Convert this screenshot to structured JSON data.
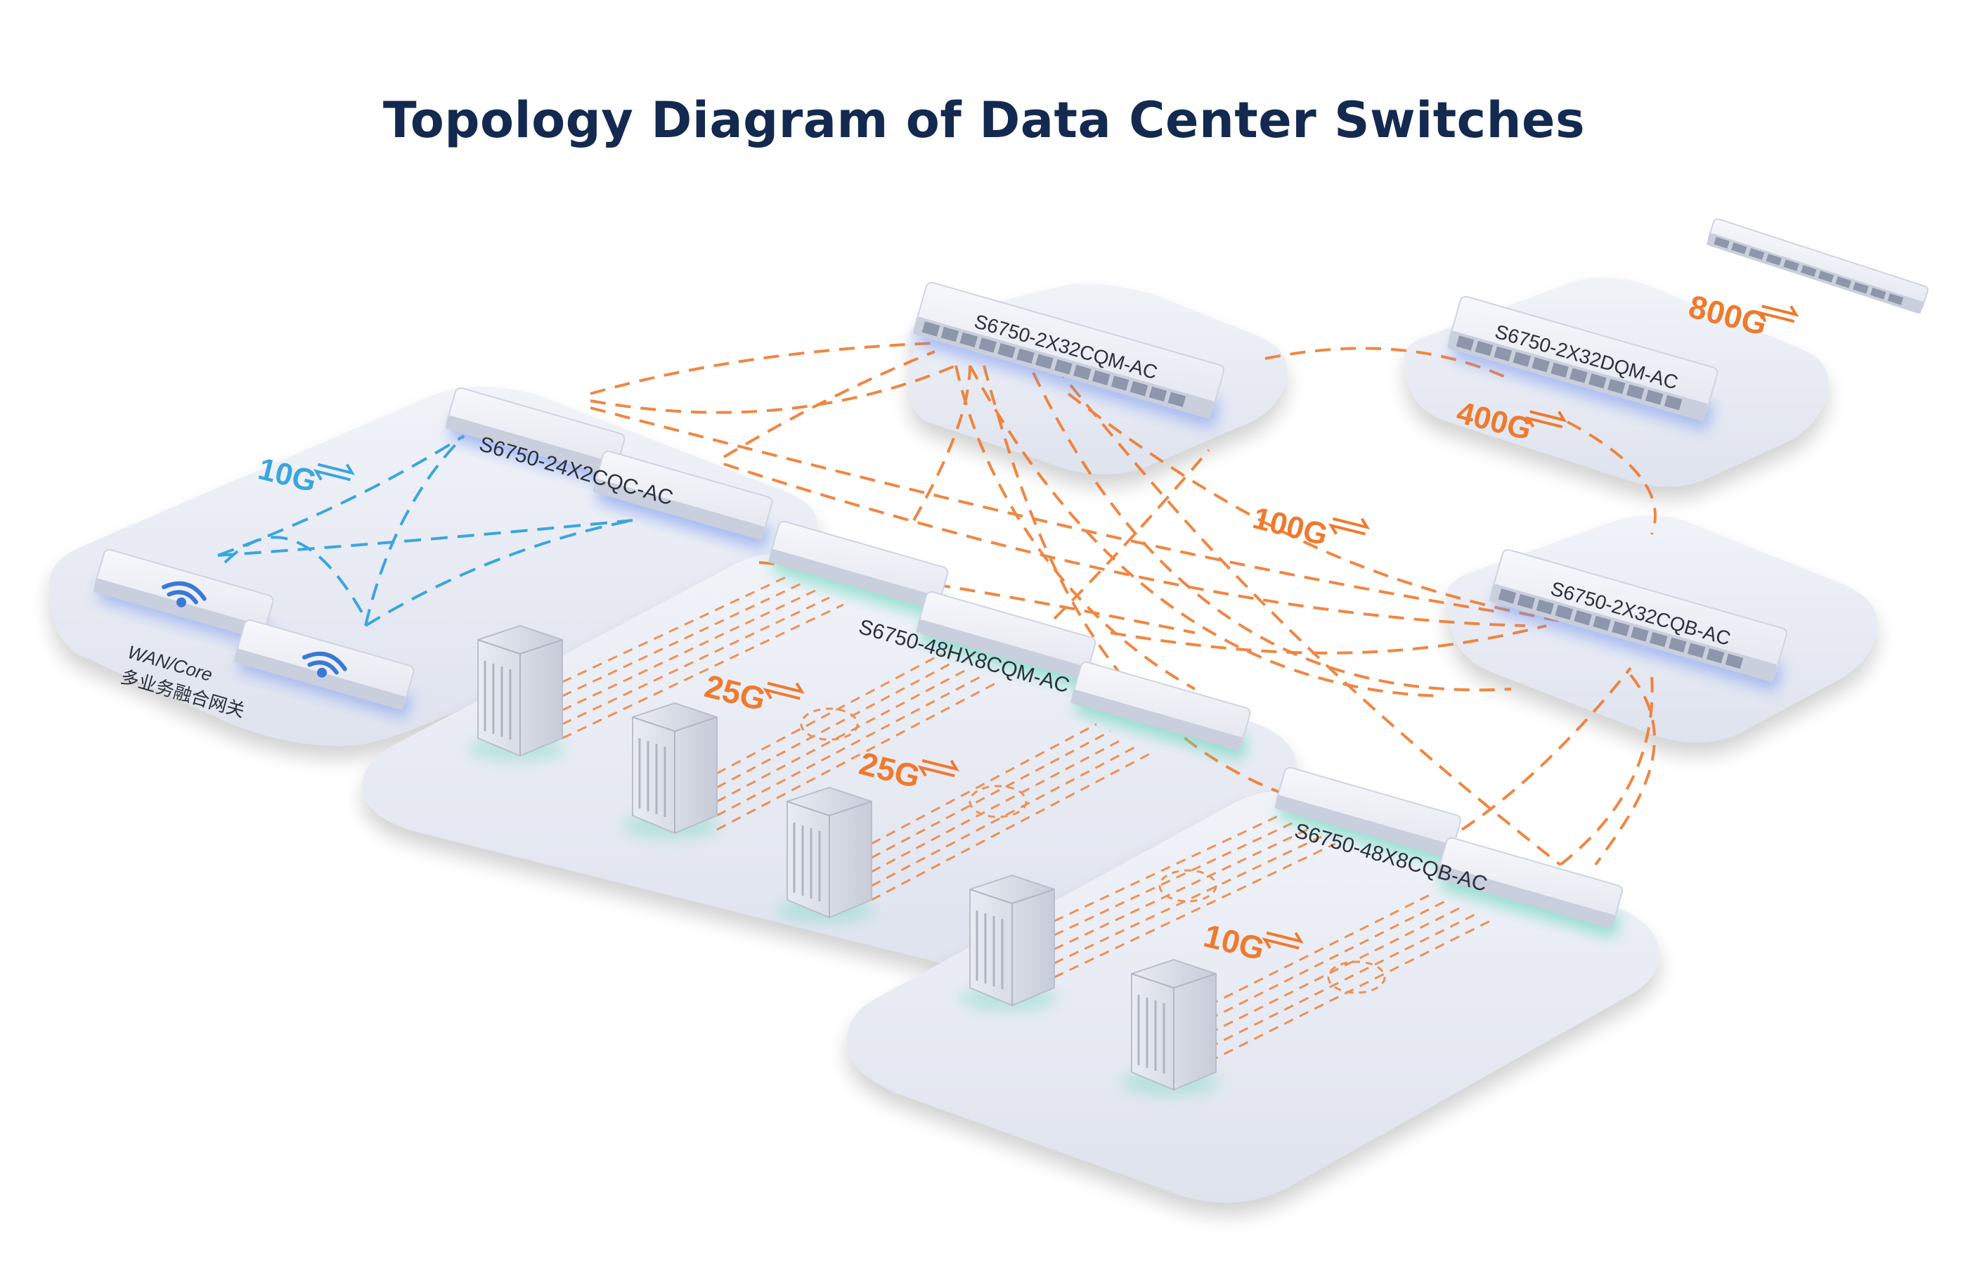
{
  "title": "Topology Diagram of Data Center Switches",
  "colors": {
    "title": "#13294f",
    "orange_link": "#ef7a2e",
    "blue_link": "#3aa6dc",
    "platform": "#e9ecf4",
    "switch_glow_blue": "#6a8ff0",
    "switch_glow_green": "#5fd6b8"
  },
  "devices": {
    "spine_top": "S6750-2X32CQM-AC",
    "core_800": "S6750-2X32DQM-AC",
    "spine_right": "S6750-2X32CQB-AC",
    "campus_core": "S6750-24X2CQC-AC",
    "leaf_25g": "S6750-48HX8CQM-AC",
    "leaf_10g": "S6750-48X8CQB-AC",
    "gateway_line1": "WAN/Core",
    "gateway_line2": "多业务融合网关"
  },
  "speeds": {
    "s800": "800G",
    "s400": "400G",
    "s100": "100G",
    "s10_campus": "10G",
    "s25_a": "25G",
    "s25_b": "25G",
    "s10_leaf": "10G"
  },
  "icons": [
    "wifi-icon",
    "link-arrows-icon",
    "server-rack-icon",
    "switch-icon"
  ]
}
